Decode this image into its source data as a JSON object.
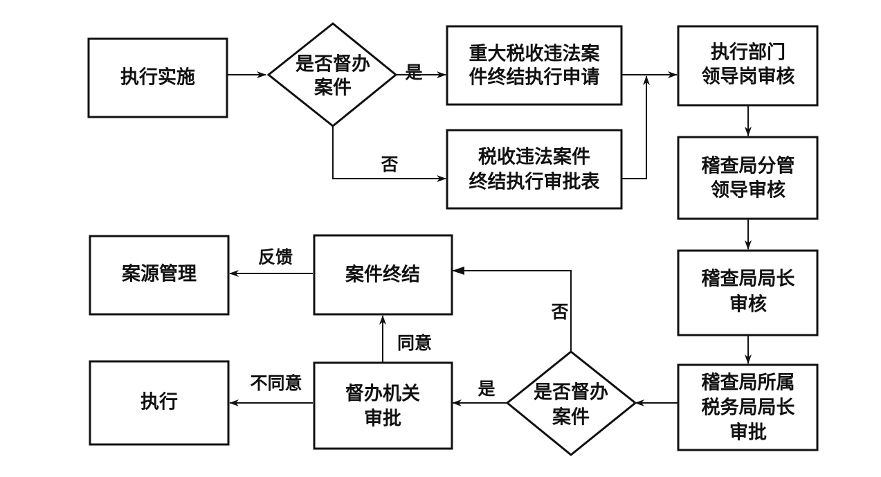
{
  "nodes": {
    "execute_implement": "执行实施",
    "decision_top": [
      "是否督办",
      "案件"
    ],
    "major_case_application": [
      "重大税收违法案",
      "件终结执行申请"
    ],
    "approval_form": [
      "税收违法案件",
      "终结执行审批表"
    ],
    "exec_dept_review": [
      "执行部门",
      "领导岗审核"
    ],
    "bureau_deputy_review": [
      "稽查局分管",
      "领导审核"
    ],
    "bureau_director_review": [
      "稽查局局长",
      "审核"
    ],
    "tax_bureau_director_approval": [
      "稽查局所属",
      "税务局局长",
      "审批"
    ],
    "decision_bottom": [
      "是否督办",
      "案件"
    ],
    "supervising_approval": [
      "督办机关",
      "审批"
    ],
    "case_closure": "案件终结",
    "case_source_mgmt": "案源管理",
    "execute": "执行"
  },
  "edge_labels": {
    "yes_top": "是",
    "no_top": "否",
    "no_bottom": "否",
    "yes_bottom": "是",
    "agree": "同意",
    "disagree": "不同意",
    "feedback": "反馈"
  }
}
